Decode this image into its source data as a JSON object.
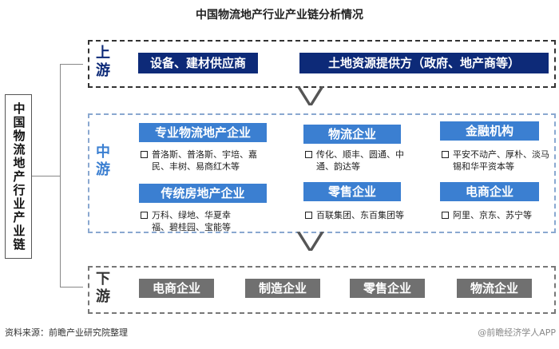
{
  "title": "中国物流地产行业产业链分析情况",
  "side_label": "中国物流地产行业产业链",
  "upstream": {
    "label_1": "上",
    "label_2": "游",
    "items": [
      "设备、建材供应商",
      "土地资源提供方（政府、地产商等）"
    ]
  },
  "midstream": {
    "label_1": "中",
    "label_2": "游",
    "groups": [
      {
        "name": "专业物流地产企业",
        "desc": "普洛斯、普洛斯、宇培、嘉民、丰树、易商红木等"
      },
      {
        "name": "物流企业",
        "desc": "传化、顺丰、圆通、中通、韵达等"
      },
      {
        "name": "金融机构",
        "desc": "平安不动产、厚朴、淡马锡和华平资本等"
      },
      {
        "name": "传统房地产企业",
        "desc": "万科、绿地、华夏幸福、碧桂园、宝能等"
      },
      {
        "name": "零售企业",
        "desc": "百联集团、东百集团等"
      },
      {
        "name": "电商企业",
        "desc": "阿里、京东、苏宁等"
      }
    ]
  },
  "downstream": {
    "label_1": "下",
    "label_2": "游",
    "items": [
      "电商企业",
      "制造企业",
      "零售企业",
      "物流企业"
    ]
  },
  "source": "资料来源：前瞻产业研究院整理",
  "watermark": "@前瞻经济学人APP",
  "colors": {
    "upstream": "#0d2a78",
    "midstream": "#3b7fd1",
    "downstream": "#707070"
  }
}
